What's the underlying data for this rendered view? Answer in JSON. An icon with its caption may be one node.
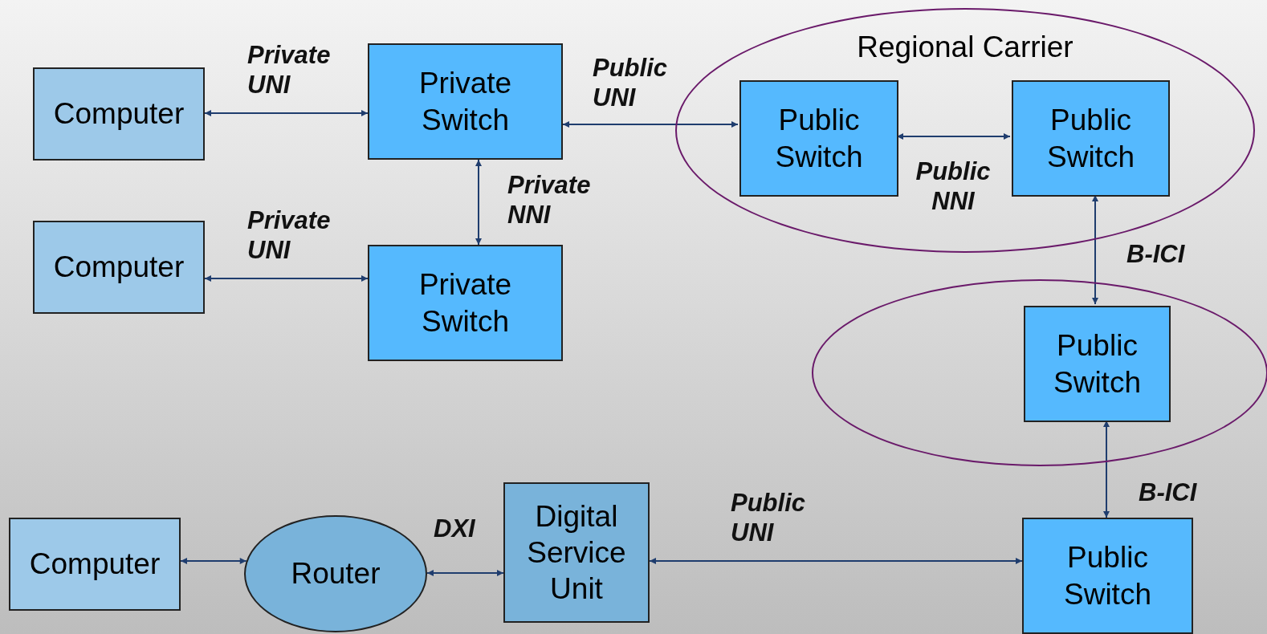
{
  "diagram": {
    "nodes": [
      {
        "text": [
          "Regional Carrier"
        ]
      },
      {
        "text": [
          "Computer"
        ]
      },
      {
        "text": [
          "Private Switch"
        ]
      },
      {
        "text": [
          "Public Switch"
        ],
        "in": 0
      },
      {
        "text": [
          "Public Switch"
        ],
        "in": 0
      },
      {
        "text": [
          "Computer"
        ]
      },
      {
        "text": [
          "Private Switch"
        ]
      },
      {
        "text": [],
        "shape": "ellipse"
      },
      {
        "text": [
          "Public Switch"
        ],
        "in": 7
      },
      {
        "text": [
          "Computer"
        ]
      },
      {
        "text": [
          "Router"
        ]
      },
      {
        "text": [
          "Digital Service Unit"
        ]
      },
      {
        "text": [
          "Public Switch"
        ]
      }
    ],
    "edges": [
      {
        "from": 1,
        "to": 2,
        "arrow": "both",
        "label": "Private UNI"
      },
      {
        "from": 2,
        "to": 3,
        "arrow": "both",
        "label": "Public UNI"
      },
      {
        "from": 3,
        "to": 4,
        "arrow": "both",
        "label": "Public NNI"
      },
      {
        "from": 2,
        "to": 6,
        "arrow": "both",
        "label": "Private NNI"
      },
      {
        "from": 5,
        "to": 6,
        "arrow": "both",
        "label": "Private UNI"
      },
      {
        "from": 4,
        "to": 8,
        "arrow": "both",
        "label": "B-ICI"
      },
      {
        "from": 8,
        "to": 12,
        "arrow": "both",
        "label": "B-ICI"
      },
      {
        "from": 9,
        "to": 10,
        "arrow": "both"
      },
      {
        "from": 10,
        "to": 11,
        "arrow": "both",
        "label": "DXI"
      },
      {
        "from": 11,
        "to": 12,
        "arrow": "both",
        "label": "Public UNI"
      }
    ]
  }
}
